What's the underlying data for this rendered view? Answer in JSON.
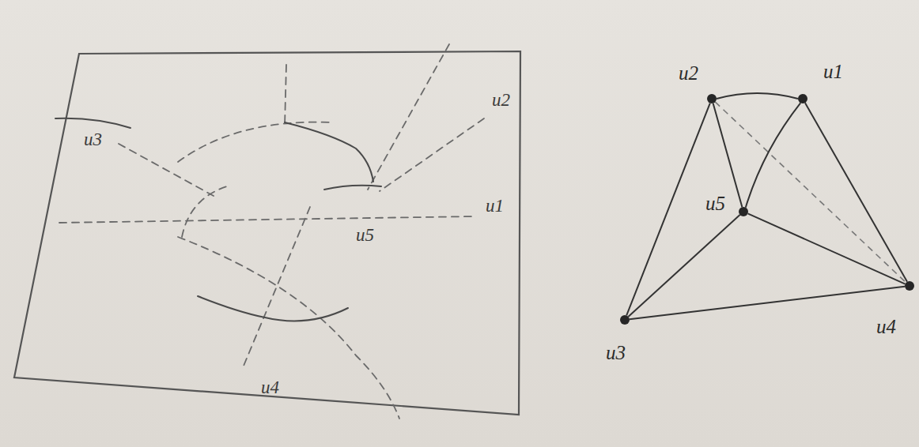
{
  "diagram": {
    "nodes": [
      {
        "text": [
          "u2"
        ]
      },
      {
        "text": [
          "u1"
        ]
      },
      {
        "text": [
          "u5"
        ]
      },
      {
        "text": [
          "u4"
        ]
      },
      {
        "text": [
          "u3"
        ]
      }
    ],
    "edges": [
      {
        "from": 0,
        "to": 1,
        "arrow": "none"
      },
      {
        "from": 0,
        "to": 4,
        "arrow": "none"
      },
      {
        "from": 0,
        "to": 2,
        "arrow": "none"
      },
      {
        "from": 0,
        "to": 3,
        "arrow": "none"
      },
      {
        "from": 1,
        "to": 2,
        "arrow": "none"
      },
      {
        "from": 1,
        "to": 3,
        "arrow": "none"
      },
      {
        "from": 2,
        "to": 4,
        "arrow": "none"
      },
      {
        "from": 2,
        "to": 3,
        "arrow": "none"
      },
      {
        "from": 4,
        "to": 3,
        "arrow": "none"
      }
    ],
    "labels": [
      "u3",
      "u2",
      "u1",
      "u5",
      "u4"
    ]
  }
}
